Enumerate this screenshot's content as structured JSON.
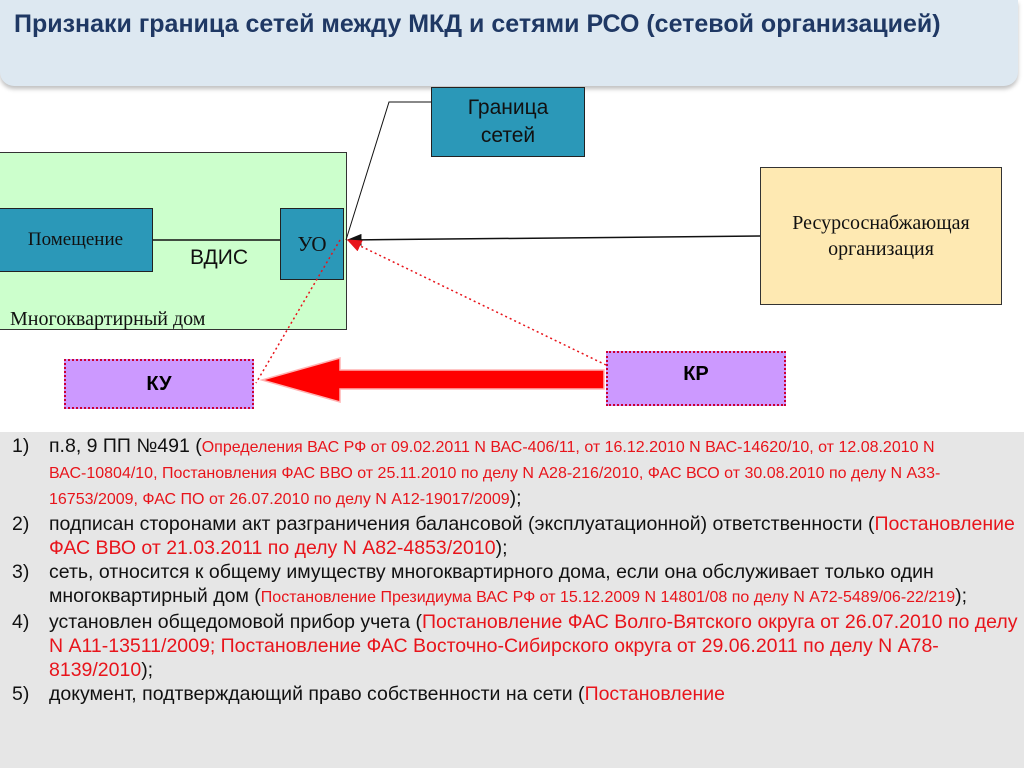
{
  "title": "Признаки граница сетей между МКД и сетями РСО (сетевой организацией)",
  "diagram": {
    "house_label": "Многоквартирный дом",
    "room_label": "Помещение",
    "vdis_label": "ВДИС",
    "uo_label": "УО",
    "network_border_label": "Граница сетей",
    "rso_label": "Ресурсоснабжающая организация",
    "ku_label": "КУ",
    "kr_label": "КР"
  },
  "list": [
    {
      "num": "1)",
      "text": "п.8, 9 ПП №491 (",
      "ref": "Определения ВАС РФ от 09.02.2011 N ВАС-406/11, от 16.12.2010 N ВАС-14620/10, от 12.08.2010 N ВАС-10804/10, Постановления ФАС ВВО от 25.11.2010 по делу N А28-216/2010, ФАС ВСО от 30.08.2010 по делу N А33-16753/2009, ФАС ПО от 26.07.2010 по делу N А12-19017/2009",
      "end": ");"
    },
    {
      "num": "2)",
      "text": "подписан сторонами акт  разграничения балансовой (эксплуатационной) ответственности (",
      "ref": "Постановление ФАС ВВО от 21.03.2011 по делу N А82-4853/2010",
      "end": ");"
    },
    {
      "num": "3)",
      "text": "сеть, относится к общему имуществу многоквартирного дома, если она обслуживает только один многоквартирный дом (",
      "ref": "Постановление Президиума ВАС РФ от 15.12.2009 N 14801/08 по делу N А72-5489/06-22/219",
      "end": ");"
    },
    {
      "num": "4)",
      "text": "установлен общедомовой прибор учета (",
      "ref": "Постановление ФАС Волго-Вятского округа от 26.07.2010 по делу N А11-13511/2009; Постановление ФАС Восточно-Сибирского округа от 29.06.2011 по делу N А78-8139/2010",
      "end": ");"
    },
    {
      "num": "5)",
      "text": "документ, подтверждающий право собственности на сети (",
      "ref": "Постановление",
      "end": ""
    }
  ]
}
